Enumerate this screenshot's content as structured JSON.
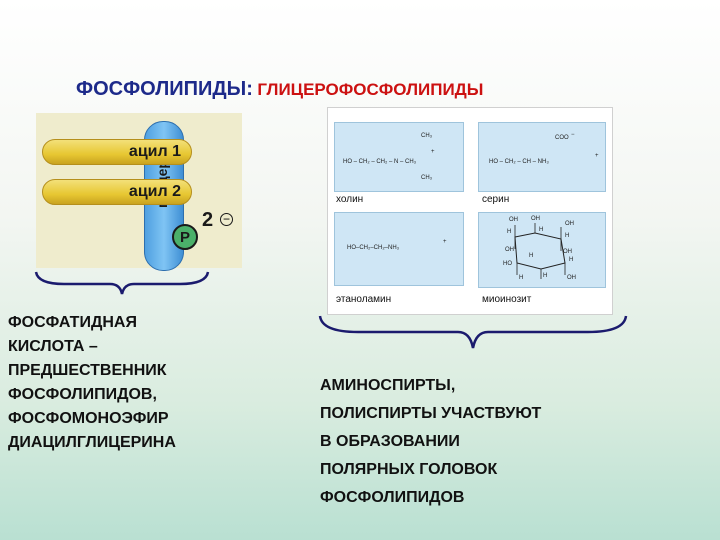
{
  "title": {
    "main": "ФОСФОЛИПИДЫ",
    "separator": ":",
    "sub": "ГЛИЦЕРОФОСФОЛИПИДЫ"
  },
  "left_figure": {
    "acyl1": "ацил 1",
    "acyl2": "ацил 2",
    "glycerol": "глицерин",
    "phosphate": "P",
    "charge": "2",
    "charge_sign": "−"
  },
  "right_figure": {
    "choline": {
      "label": "холин",
      "formula_main": "HO – CH₂ – CH₂ – N – CH₃",
      "formula_top": "CH₃",
      "formula_bottom": "CH₃",
      "plus": "+"
    },
    "serine": {
      "label": "серин",
      "formula_main": "HO – CH₂ – CH – NH₃",
      "formula_top": "COO",
      "minus": "−",
      "plus": "+"
    },
    "ethanolamine": {
      "label": "этаноламин",
      "formula_main": "HO–CH₂–CH₂–NH₃",
      "plus": "+"
    },
    "myoinositol": {
      "label": "миоинозит",
      "atoms": [
        "OH",
        "OH",
        "H",
        "H",
        "OH",
        "H",
        "OH",
        "HO",
        "H",
        "H",
        "OH",
        "OH",
        "H",
        "H"
      ]
    }
  },
  "captions": {
    "left": [
      "ФОСФАТИДНАЯ",
      "КИСЛОТА –",
      "ПРЕДШЕСТВЕННИК",
      "ФОСФОЛИПИДОВ,",
      "ФОСФОМОНОЭФИР",
      "ДИАЦИЛГЛИЦЕРИНА"
    ],
    "right": [
      "АМИНОСПИРТЫ,",
      "ПОЛИСПИРТЫ УЧАСТВУЮТ",
      "В ОБРАЗОВАНИИ",
      "ПОЛЯРНЫХ ГОЛОВОК",
      "ФОСФОЛИПИДОВ"
    ]
  }
}
